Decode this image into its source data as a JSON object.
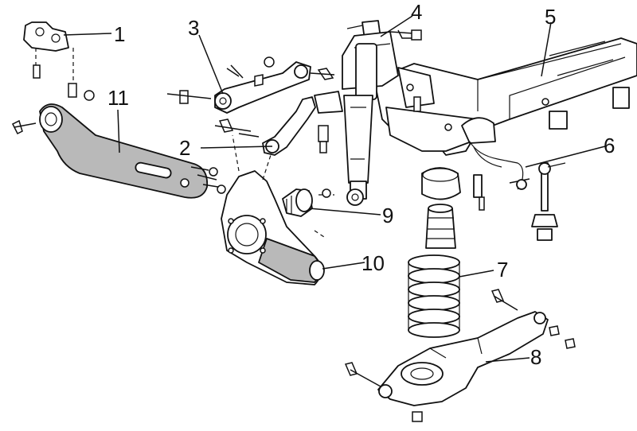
{
  "callouts": [
    {
      "id": "1",
      "label": "1"
    },
    {
      "id": "2",
      "label": "2"
    },
    {
      "id": "3",
      "label": "3"
    },
    {
      "id": "4",
      "label": "4"
    },
    {
      "id": "5",
      "label": "5"
    },
    {
      "id": "6",
      "label": "6"
    },
    {
      "id": "7",
      "label": "7"
    },
    {
      "id": "8",
      "label": "8"
    },
    {
      "id": "9",
      "label": "9"
    },
    {
      "id": "10",
      "label": "10"
    },
    {
      "id": "11",
      "label": "11"
    }
  ],
  "colors": {
    "line": "#111111",
    "shade": "#b9b9b9",
    "background": "#ffffff"
  }
}
